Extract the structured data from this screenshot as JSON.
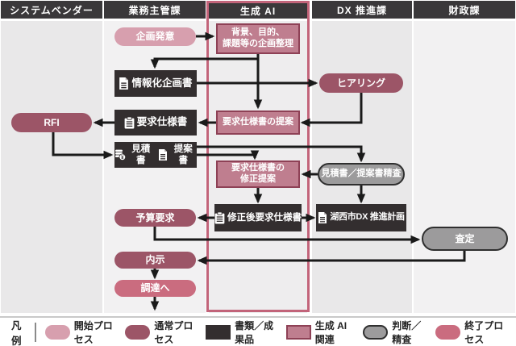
{
  "header": {
    "columns": [
      {
        "label": "システムベンダー"
      },
      {
        "label": "業務主管課"
      },
      {
        "label": "生成 AI",
        "highlighted": true
      },
      {
        "label": "DX 推進課"
      },
      {
        "label": "財政課"
      }
    ]
  },
  "nodes": {
    "kikaku_hatsui": {
      "label": "企画発意",
      "type": "start-process"
    },
    "kikaku_seiri": {
      "line1": "背景、目的、",
      "line2": "課題等の企画整理",
      "type": "genai-related"
    },
    "johoka_kikakusho": {
      "label": "情報化企画書",
      "type": "document",
      "icon": "document-icon"
    },
    "hearing": {
      "label": "ヒアリング",
      "type": "normal-process"
    },
    "rfi": {
      "label": "RFI",
      "type": "normal-process"
    },
    "yokyu_shiyosho": {
      "label": "要求仕様書",
      "type": "document",
      "icon": "clipboard-icon"
    },
    "shiyosho_teian": {
      "label": "要求仕様書の提案",
      "type": "genai-related"
    },
    "mitsumori_teiansho": {
      "label1": "見積書",
      "label2": "提案書",
      "type": "document",
      "icon1": "estimate-yen-icon",
      "icon2": "document-icon"
    },
    "shusei_teian": {
      "line1": "要求仕様書の",
      "line2": "修正提案",
      "type": "genai-related"
    },
    "mitsumori_seisa": {
      "label": "見積書／提案書精査",
      "type": "judgment"
    },
    "shuseigo_shiyosho": {
      "label": "修正後要求仕様書",
      "type": "document",
      "icon": "clipboard-icon"
    },
    "kosai_dx_keikaku": {
      "label": "湖西市DX 推進計画",
      "type": "document",
      "icon": "document-icon"
    },
    "yosan_yokyu": {
      "label": "予算要求",
      "type": "normal-process"
    },
    "satei": {
      "label": "査定",
      "type": "judgment"
    },
    "naiji": {
      "label": "内示",
      "type": "normal-process"
    },
    "chotatsu": {
      "label": "調達へ",
      "type": "end-process"
    }
  },
  "legend": {
    "title": "凡例",
    "items": [
      {
        "label": "開始プロセス",
        "swatch": "start"
      },
      {
        "label": "通常プロセス",
        "swatch": "normal"
      },
      {
        "label": "書類／成果品",
        "swatch": "document"
      },
      {
        "label": "生成 AI 関連",
        "swatch": "genai"
      },
      {
        "label": "判断／精査",
        "swatch": "judgment"
      },
      {
        "label": "終了プロセス",
        "swatch": "end"
      }
    ]
  },
  "colors": {
    "lane_header_bg": "#3a383a",
    "genai_lane_border": "#c2647a",
    "start_process": "#d79fae",
    "normal_process": "#9c5567",
    "end_process": "#ca6c7f",
    "genai_fill": "#bf7e8f",
    "genai_border": "#8e4156",
    "document_fill": "#332e2f",
    "judgment_fill": "#9c9b9c",
    "arrow": "#1a1a1a"
  }
}
